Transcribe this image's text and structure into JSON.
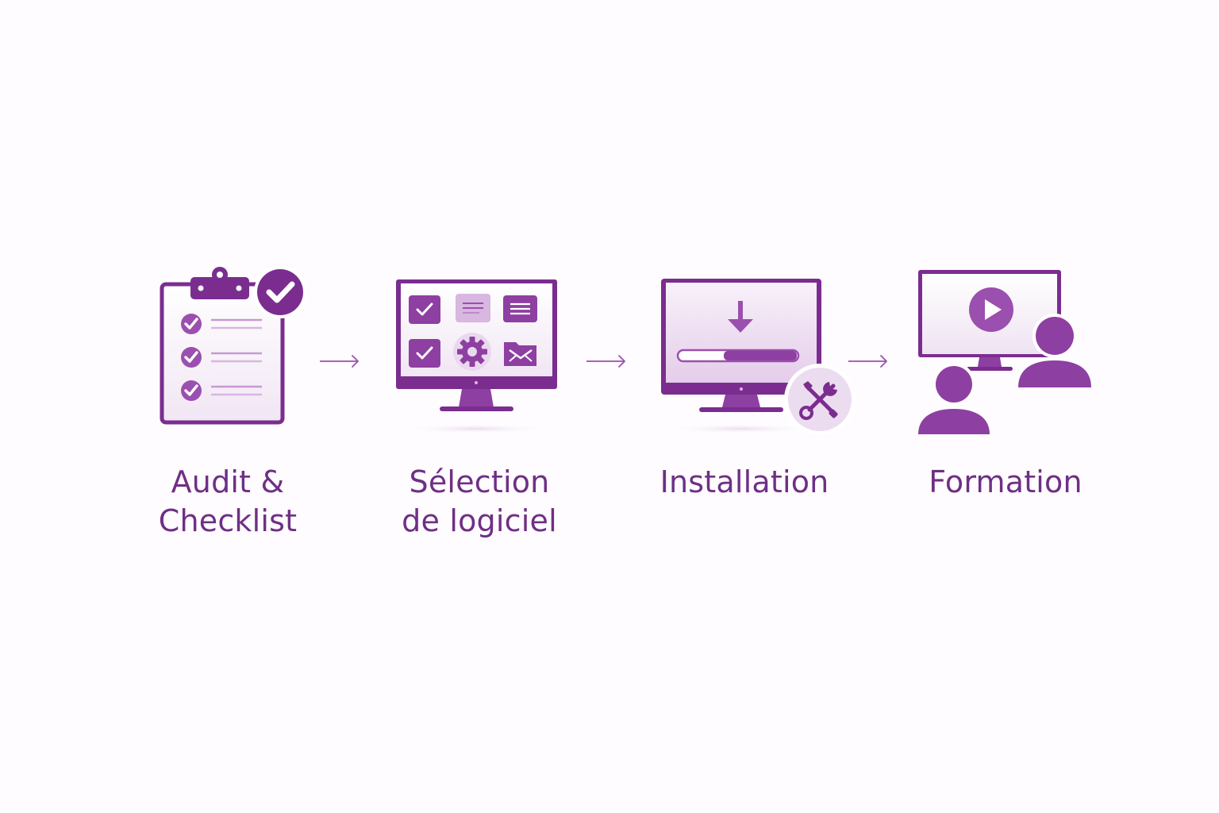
{
  "colors": {
    "primary": "#7b2d8f",
    "primary_mid": "#9b4fae",
    "primary_light": "#d8b7e0",
    "primary_pale": "#f2e8f4",
    "text": "#6f2f86",
    "background": "#fefcfe"
  },
  "steps": [
    {
      "icon": "clipboard-checklist-icon",
      "label_lines": [
        "Audit &",
        "Checklist"
      ]
    },
    {
      "icon": "monitor-app-grid-icon",
      "label_lines": [
        "Sélection",
        "de logiciel"
      ]
    },
    {
      "icon": "monitor-download-tools-icon",
      "label_lines": [
        "Installation"
      ]
    },
    {
      "icon": "screen-video-people-icon",
      "label_lines": [
        "Formation"
      ]
    }
  ],
  "connectors": [
    "arrow-right-icon",
    "arrow-right-icon",
    "arrow-right-icon"
  ]
}
